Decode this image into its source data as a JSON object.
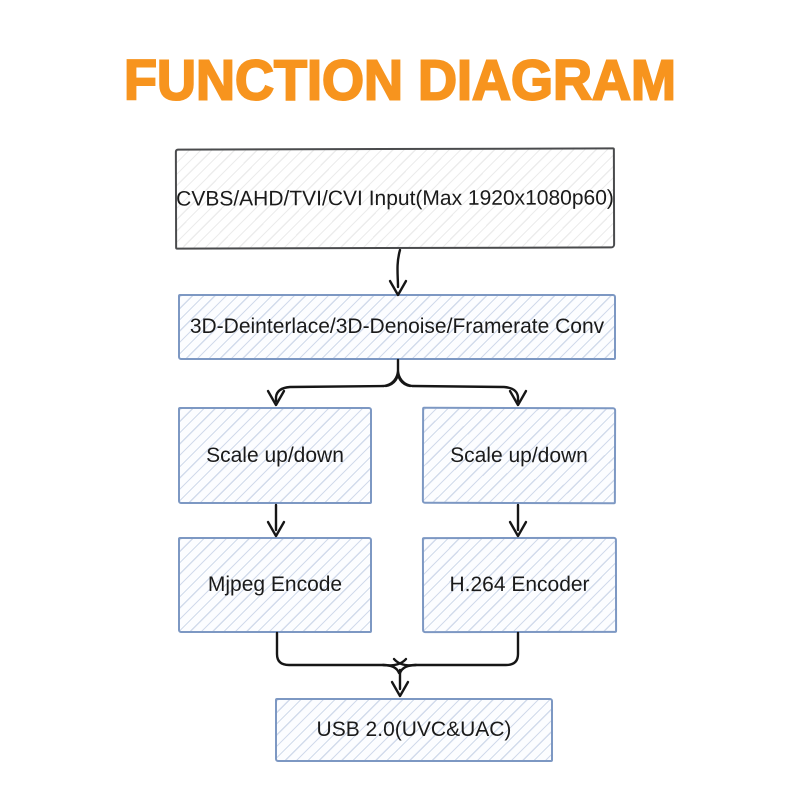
{
  "title": "FUNCTION DIAGRAM",
  "colors": {
    "title_orange": "#F7941E",
    "input_box_border": "#4A4B4D",
    "blue_box_border": "#7D98C3",
    "gray_hatch_fill": "#EDEDED",
    "blue_hatch_fill": "#D9E2F0",
    "arrow_stroke": "#161616",
    "text": "#1A1A1A",
    "background": "#FFFFFF"
  },
  "nodes": {
    "input": {
      "label": "CVBS/AHD/TVI/CVI Input(Max 1920x1080p60)"
    },
    "preprocess": {
      "label": "3D-Deinterlace/3D-Denoise/Framerate Conv"
    },
    "scale_left": {
      "label": "Scale up/down"
    },
    "scale_right": {
      "label": "Scale up/down"
    },
    "mjpeg": {
      "label": "Mjpeg Encode"
    },
    "h264": {
      "label": "H.264 Encoder"
    },
    "usb": {
      "label": "USB 2.0(UVC&UAC)"
    }
  },
  "connections": [
    {
      "from": "input",
      "to": "preprocess"
    },
    {
      "from": "preprocess",
      "to": "scale_left"
    },
    {
      "from": "preprocess",
      "to": "scale_right"
    },
    {
      "from": "scale_left",
      "to": "mjpeg"
    },
    {
      "from": "scale_right",
      "to": "h264"
    },
    {
      "from": "mjpeg",
      "to": "usb"
    },
    {
      "from": "h264",
      "to": "usb"
    }
  ]
}
